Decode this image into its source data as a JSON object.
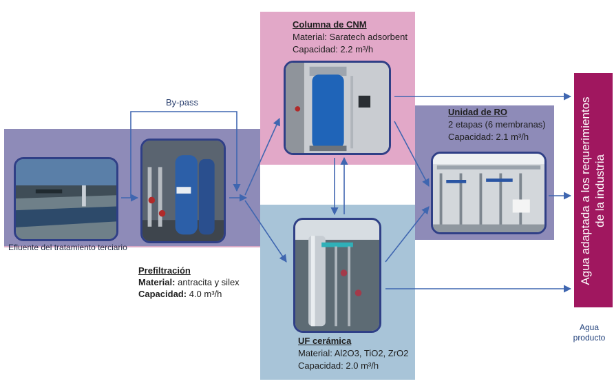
{
  "effluent": {
    "label": "Efluente del tratamiento terciario"
  },
  "bypass": {
    "label": "By-pass"
  },
  "prefiltration": {
    "title": "Prefiltración",
    "material_label": "Material:",
    "material_value": "antracita y silex",
    "capacity_label": "Capacidad:",
    "capacity_value": "4.0 m³/h"
  },
  "cnm": {
    "title": "Columna de CNM",
    "material": "Material: Saratech adsorbent",
    "capacity": "Capacidad: 2.2 m³/h"
  },
  "uf": {
    "title": "UF cerámica",
    "material": "Material: Al2O3, TiO2, ZrO2",
    "capacity": "Capacidad: 2.0 m³/h"
  },
  "ro": {
    "title": "Unidad de RO",
    "stages": "2 etapas (6 membranas)",
    "capacity": "Capacidad: 2.1 m³/h"
  },
  "product": {
    "vertical_line1": "Agua adaptada a los requerimientos",
    "vertical_line2": "de la industria",
    "caption_line1": "Agua",
    "caption_line2": "producto"
  },
  "colors": {
    "effluent_panel": "#8e8bb8",
    "cnm_panel": "#e2a8c8",
    "uf_panel": "#a8c4d8",
    "ro_panel": "#8e8bb8",
    "product_bar": "#a0175f",
    "arrow": "#3f66b0",
    "photo_border": "#2f3f86",
    "caption_text": "#1f3f7a"
  }
}
